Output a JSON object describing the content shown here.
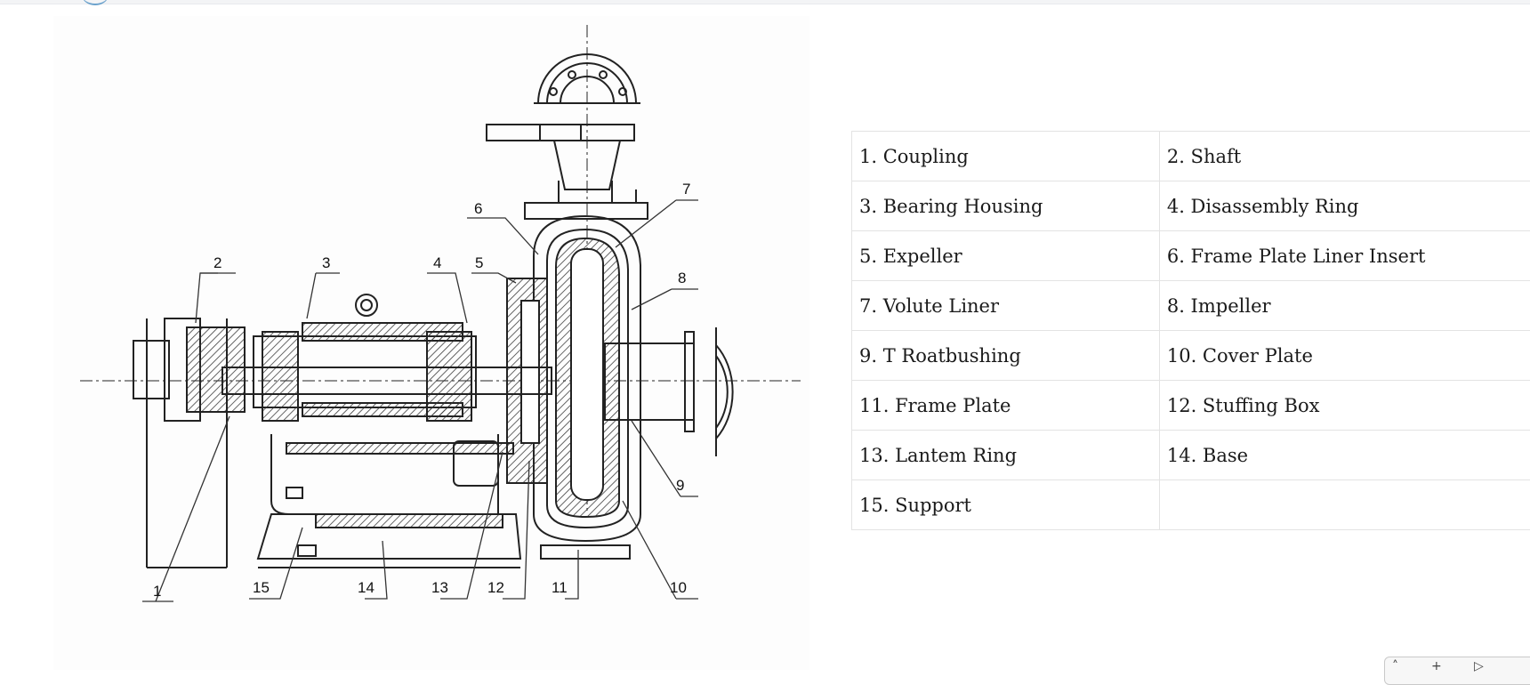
{
  "diagram": {
    "callouts": [
      "1",
      "2",
      "3",
      "4",
      "5",
      "6",
      "7",
      "8",
      "9",
      "10",
      "11",
      "12",
      "13",
      "14",
      "15"
    ]
  },
  "parts_table": {
    "rows": [
      [
        "1. Coupling",
        "2. Shaft"
      ],
      [
        "3. Bearing Housing",
        "4. Disassembly Ring"
      ],
      [
        "5. Expeller",
        "6. Frame Plate Liner Insert"
      ],
      [
        "7. Volute Liner",
        "8. Impeller"
      ],
      [
        "9. T Roatbushing",
        "10. Cover Plate"
      ],
      [
        "11. Frame Plate",
        "12. Stuffing Box"
      ],
      [
        "13. Lantem Ring",
        "14. Base"
      ],
      [
        "15. Support",
        ""
      ]
    ]
  },
  "icons": {
    "corner_widget": [
      "chevron-up-icon",
      "plus-icon",
      "play-icon"
    ]
  }
}
